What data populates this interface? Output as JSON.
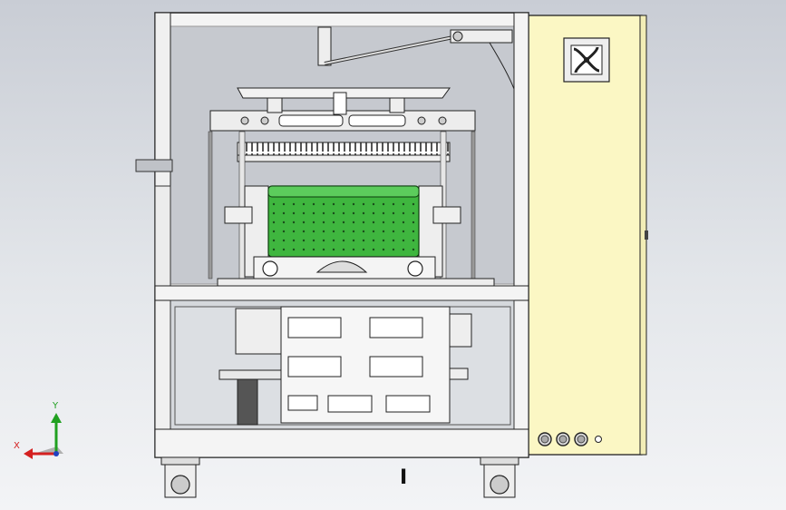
{
  "view": {
    "label": "Ⅰ",
    "background_top": "#c9cdd5",
    "background_bottom": "#f3f4f6"
  },
  "axis_triad": {
    "x_label": "X",
    "y_label": "Y",
    "x_color": "#d42020",
    "y_color": "#20a020",
    "z_color": "#2040c0"
  },
  "machine": {
    "frame_color": "#f4f4f4",
    "cabinet_color": "#fbf7c4",
    "product_color": "#3fb63f",
    "cabinet_buttons": [
      "button",
      "button",
      "button"
    ],
    "vent_icon": "fan-grille-icon"
  }
}
